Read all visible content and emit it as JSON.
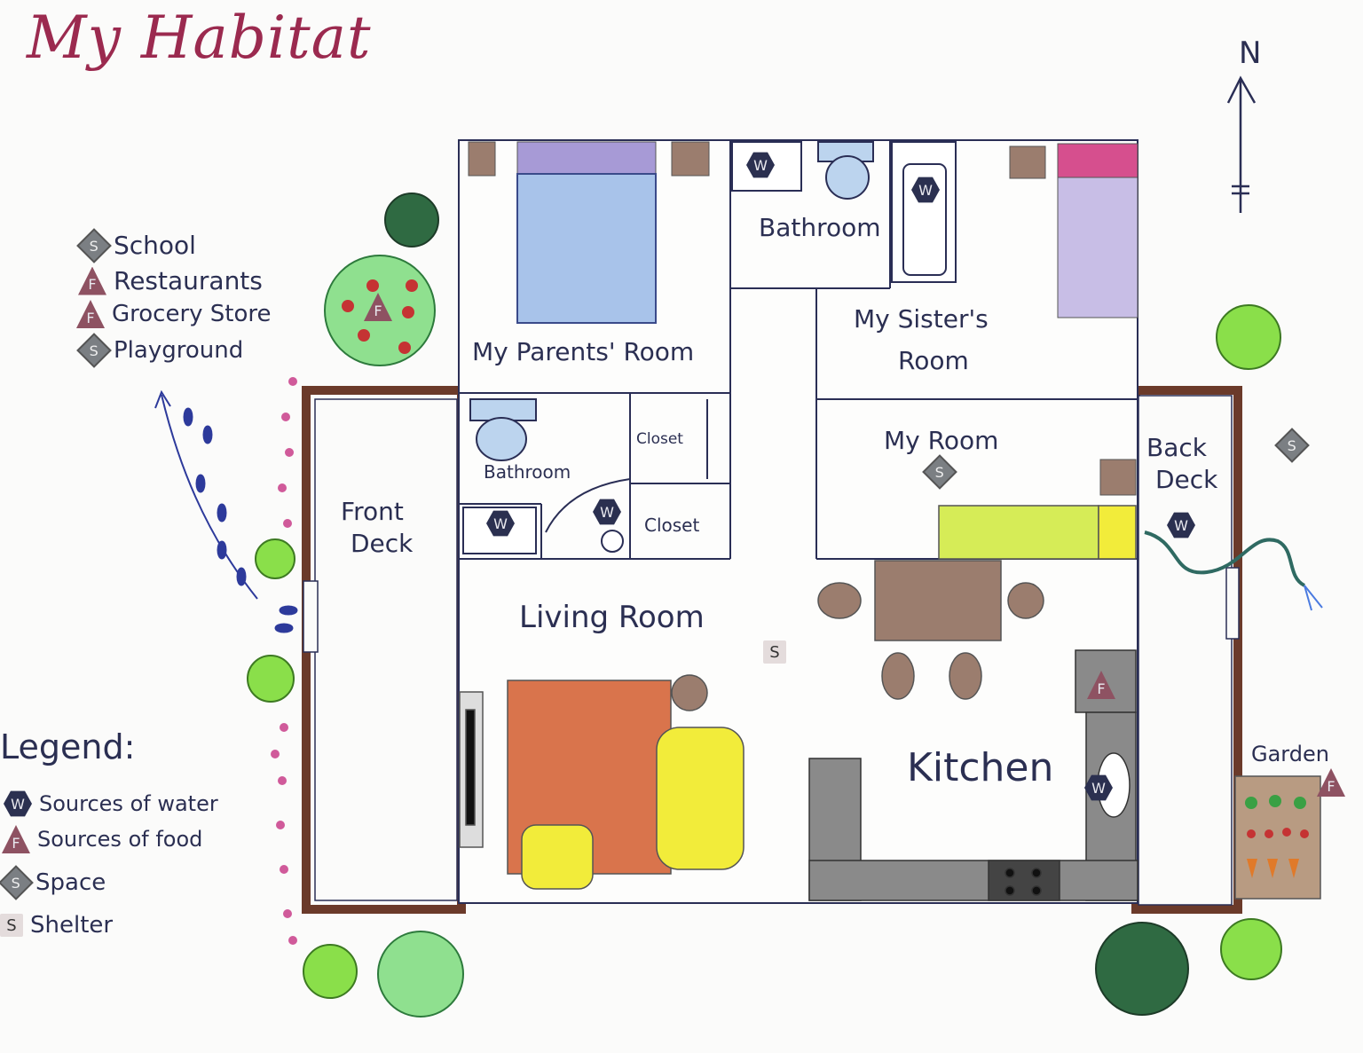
{
  "title": "My Habitat",
  "compass": {
    "label": "N"
  },
  "rooms": {
    "parents_room": "My Parents' Room",
    "bathroom_top": "Bathroom",
    "sisters_room_1": "My Sister's",
    "sisters_room_2": "Room",
    "bathroom_mid": "Bathroom",
    "closet_1": "Closet",
    "closet_2": "Closet",
    "my_room": "My Room",
    "front_deck_1": "Front",
    "front_deck_2": "Deck",
    "back_deck_1": "Back",
    "back_deck_2": "Deck",
    "living_room": "Living Room",
    "kitchen": "Kitchen",
    "garden": "Garden"
  },
  "nearby": [
    {
      "symbol": "S",
      "label": "School"
    },
    {
      "symbol": "F",
      "label": "Restaurants"
    },
    {
      "symbol": "F",
      "label": "Grocery Store"
    },
    {
      "symbol": "S",
      "label": "Playground"
    }
  ],
  "legend": {
    "title": "Legend:",
    "items": [
      {
        "symbol": "W",
        "label": "Sources of water"
      },
      {
        "symbol": "F",
        "label": "Sources of food"
      },
      {
        "symbol": "S",
        "label": "Space"
      },
      {
        "symbol": "S",
        "label": "Shelter"
      }
    ]
  },
  "map_markers": {
    "water": "W",
    "food": "F",
    "space": "S",
    "shelter": "S"
  },
  "colors": {
    "title": "#9b2a4f",
    "walls": "#2a2e55",
    "deck": "#6b3a2a",
    "tree_green": "#3aa044",
    "dark_tree": "#2f6a42",
    "bed_parents": "#a8c3ea",
    "bed_sister": "#c8bee6",
    "rug": "#d9744c",
    "sofa": "#f2ec3a",
    "counter": "#8a8a8a",
    "desk": "#d6ec57",
    "table": "#9b7d6e"
  }
}
